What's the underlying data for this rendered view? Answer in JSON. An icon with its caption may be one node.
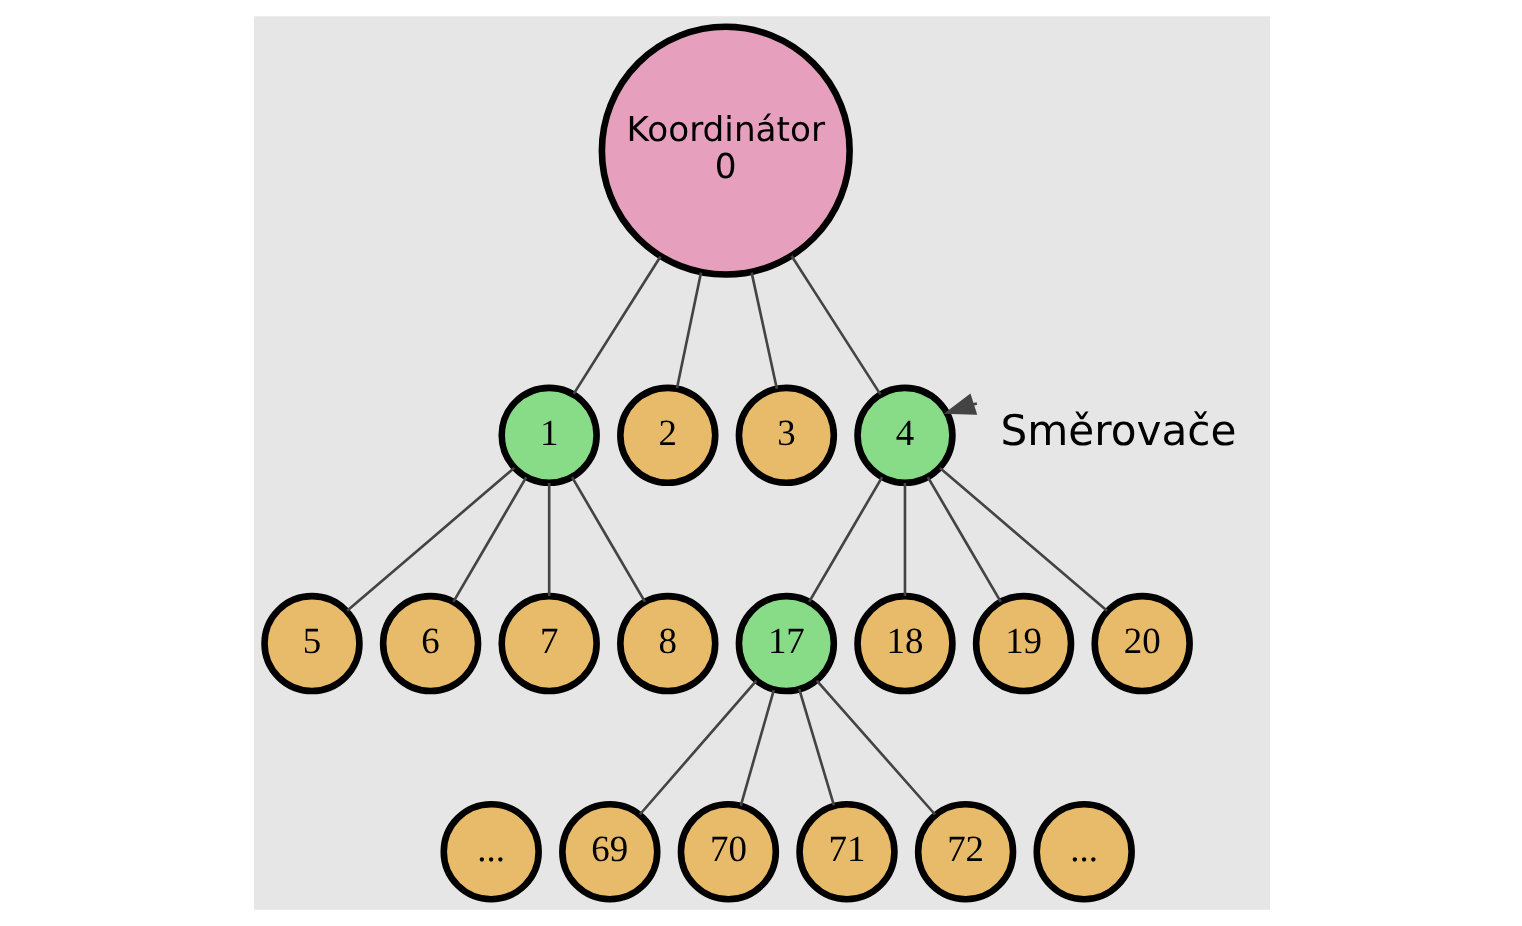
{
  "diagram": {
    "nodes": [
      {
        "text": [
          "Koordinátor",
          "0"
        ]
      },
      {
        "text": [
          "1"
        ]
      },
      {
        "text": [
          "2"
        ]
      },
      {
        "text": [
          "3"
        ]
      },
      {
        "text": [
          "4"
        ]
      },
      {
        "text": [
          "5"
        ]
      },
      {
        "text": [
          "6"
        ]
      },
      {
        "text": [
          "7"
        ]
      },
      {
        "text": [
          "8"
        ]
      },
      {
        "text": [
          "17"
        ]
      },
      {
        "text": [
          "18"
        ]
      },
      {
        "text": [
          "19"
        ]
      },
      {
        "text": [
          "20"
        ]
      },
      {
        "text": [
          "..."
        ]
      },
      {
        "text": [
          "69"
        ]
      },
      {
        "text": [
          "70"
        ]
      },
      {
        "text": [
          "71"
        ]
      },
      {
        "text": [
          "72"
        ]
      },
      {
        "text": [
          "..."
        ]
      },
      {
        "text": [
          "Směrovače"
        ]
      }
    ],
    "edges": [
      {
        "from": 0,
        "to": 1,
        "arrow": "none"
      },
      {
        "from": 0,
        "to": 2,
        "arrow": "none"
      },
      {
        "from": 0,
        "to": 3,
        "arrow": "none"
      },
      {
        "from": 0,
        "to": 4,
        "arrow": "none"
      },
      {
        "from": 1,
        "to": 5,
        "arrow": "none"
      },
      {
        "from": 1,
        "to": 6,
        "arrow": "none"
      },
      {
        "from": 1,
        "to": 7,
        "arrow": "none"
      },
      {
        "from": 1,
        "to": 8,
        "arrow": "none"
      },
      {
        "from": 4,
        "to": 9,
        "arrow": "none"
      },
      {
        "from": 4,
        "to": 10,
        "arrow": "none"
      },
      {
        "from": 4,
        "to": 11,
        "arrow": "none"
      },
      {
        "from": 4,
        "to": 12,
        "arrow": "none"
      },
      {
        "from": 9,
        "to": 14,
        "arrow": "none"
      },
      {
        "from": 9,
        "to": 15,
        "arrow": "none"
      },
      {
        "from": 9,
        "to": 16,
        "arrow": "none"
      },
      {
        "from": 9,
        "to": 17,
        "arrow": "none"
      },
      {
        "from": 19,
        "to": 4,
        "arrow": "to"
      }
    ]
  }
}
